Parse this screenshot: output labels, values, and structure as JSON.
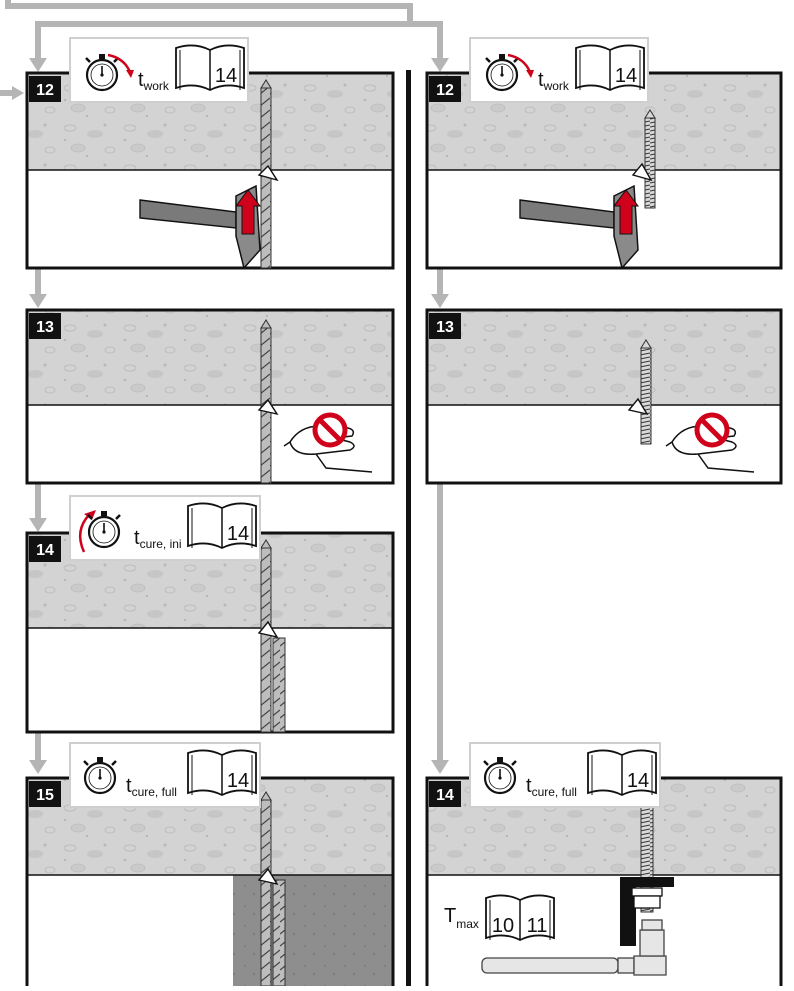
{
  "colors": {
    "concrete": "#d2d2d2",
    "concrete_speckle": "#c4c4c4",
    "arrow_gray": "#b5b5b5",
    "red": "#d0021b",
    "panel_border": "#111111",
    "mortar_dark": "#8a8a8a"
  },
  "icons": [
    "stopwatch-icon",
    "manual-book-icon",
    "hammer-icon",
    "no-touch-hand-icon",
    "wrench-icon"
  ],
  "left_column": {
    "step_a": {
      "number": "12",
      "time_label": "t",
      "time_sub": "work",
      "book_page": "14"
    },
    "step_b": {
      "number": "13"
    },
    "step_c": {
      "number": "14",
      "time_label": "t",
      "time_sub": "cure, ini",
      "book_page": "14"
    },
    "step_d": {
      "number": "15",
      "time_label": "t",
      "time_sub": "cure, full",
      "book_page": "14"
    }
  },
  "right_column": {
    "step_a": {
      "number": "12",
      "time_label": "t",
      "time_sub": "work",
      "book_page": "14"
    },
    "step_b": {
      "number": "13"
    },
    "step_d": {
      "number": "14",
      "time_label": "t",
      "time_sub": "cure, full",
      "book_page": "14",
      "tmax_label": "T",
      "tmax_sub": "max",
      "tmax_pages": [
        "10",
        "11"
      ]
    }
  }
}
